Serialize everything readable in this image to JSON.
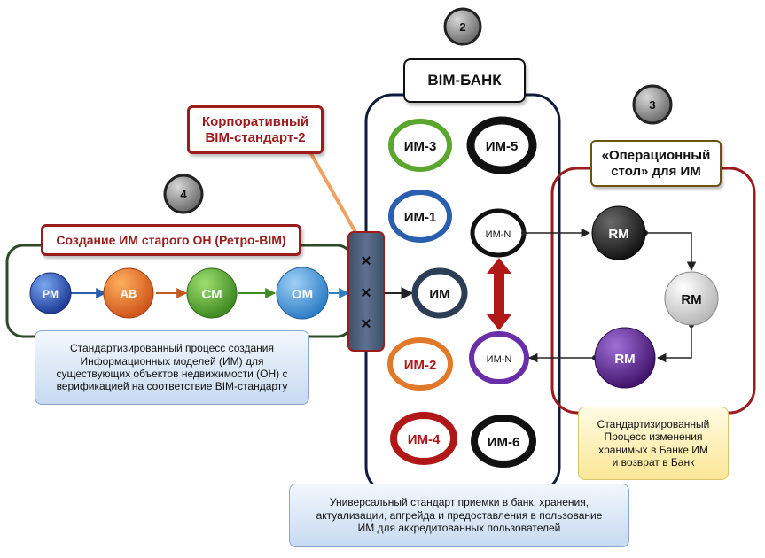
{
  "bank_title": "BIM-БАНК",
  "corporate_standard": "Корпоративный\nBIM-стандарт-2",
  "retro_title": "Создание ИМ старого ОН (Ретро-BIM)",
  "operational_desk": "«Операционный\nстол» для ИМ",
  "badges": {
    "b2": "2",
    "b3": "3",
    "b4": "4"
  },
  "process_nodes": {
    "pm": "PM",
    "ab": "AB",
    "cm": "CM",
    "om": "OM"
  },
  "gate_marks": {
    "m1": "×",
    "m2": "×",
    "m3": "×"
  },
  "center_im": "ИМ",
  "bank_models": {
    "im3": "ИМ-3",
    "im5": "ИМ-5",
    "im1": "ИМ-1",
    "imn_top": "ИМ-N",
    "im2": "ИМ-2",
    "imn_bottom": "ИМ-N",
    "im4": "ИМ-4",
    "im6": "ИМ-6"
  },
  "rm_nodes": {
    "top": "RM",
    "mid": "RM",
    "bottom": "RM"
  },
  "notes": {
    "retro_process": "Стандартизированный процесс создания\nИнформационных моделей (ИМ) для\nсуществующих объектов недвижимости (ОН) с\nверификацией на соответствие BIM-стандарту",
    "change_process": "Стандартизированный\nПроцесс изменения\nхранимых в Банке ИМ\nи возврат в Банк",
    "bank_standard": "Универсальный стандарт приемки в банк, хранения,\nактуализации, апгрейда и предоставления в пользование\nИМ для аккредитованных пользователей"
  },
  "colors": {
    "frame_red": "#9b1c1c",
    "frame_dark_green": "#2f4a28",
    "bank_frame": "#0f1b3d",
    "ring_green": "#5aa62e",
    "ring_blue": "#2a5fb0",
    "ring_orange": "#e07a2a",
    "ring_red": "#b01818",
    "ring_purple": "#6a2fa8",
    "ring_black": "#111111",
    "ring_slate": "#2c3e55",
    "connector_orange": "#f0a060",
    "bidirectional_arrow": "#b01818"
  }
}
